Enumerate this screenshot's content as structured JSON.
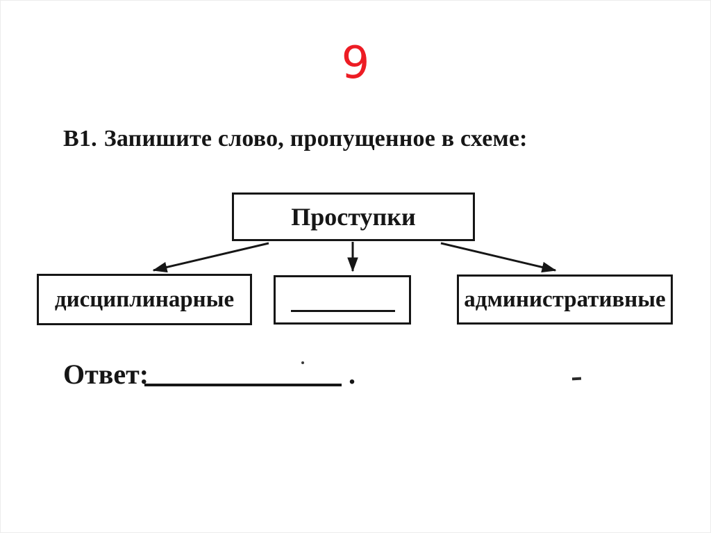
{
  "slide": {
    "number": "9",
    "accent_color": "#ed1c24"
  },
  "question": {
    "label": "В1.",
    "text": "Запишите слово, пропущенное в схеме:"
  },
  "diagram": {
    "root_label": "Проступки",
    "children": [
      {
        "label": "дисциплинарные",
        "blank": false
      },
      {
        "label": "",
        "blank": true
      },
      {
        "label": "административные",
        "blank": false
      }
    ]
  },
  "answer": {
    "label": "Ответ:",
    "value": "",
    "period": "."
  }
}
